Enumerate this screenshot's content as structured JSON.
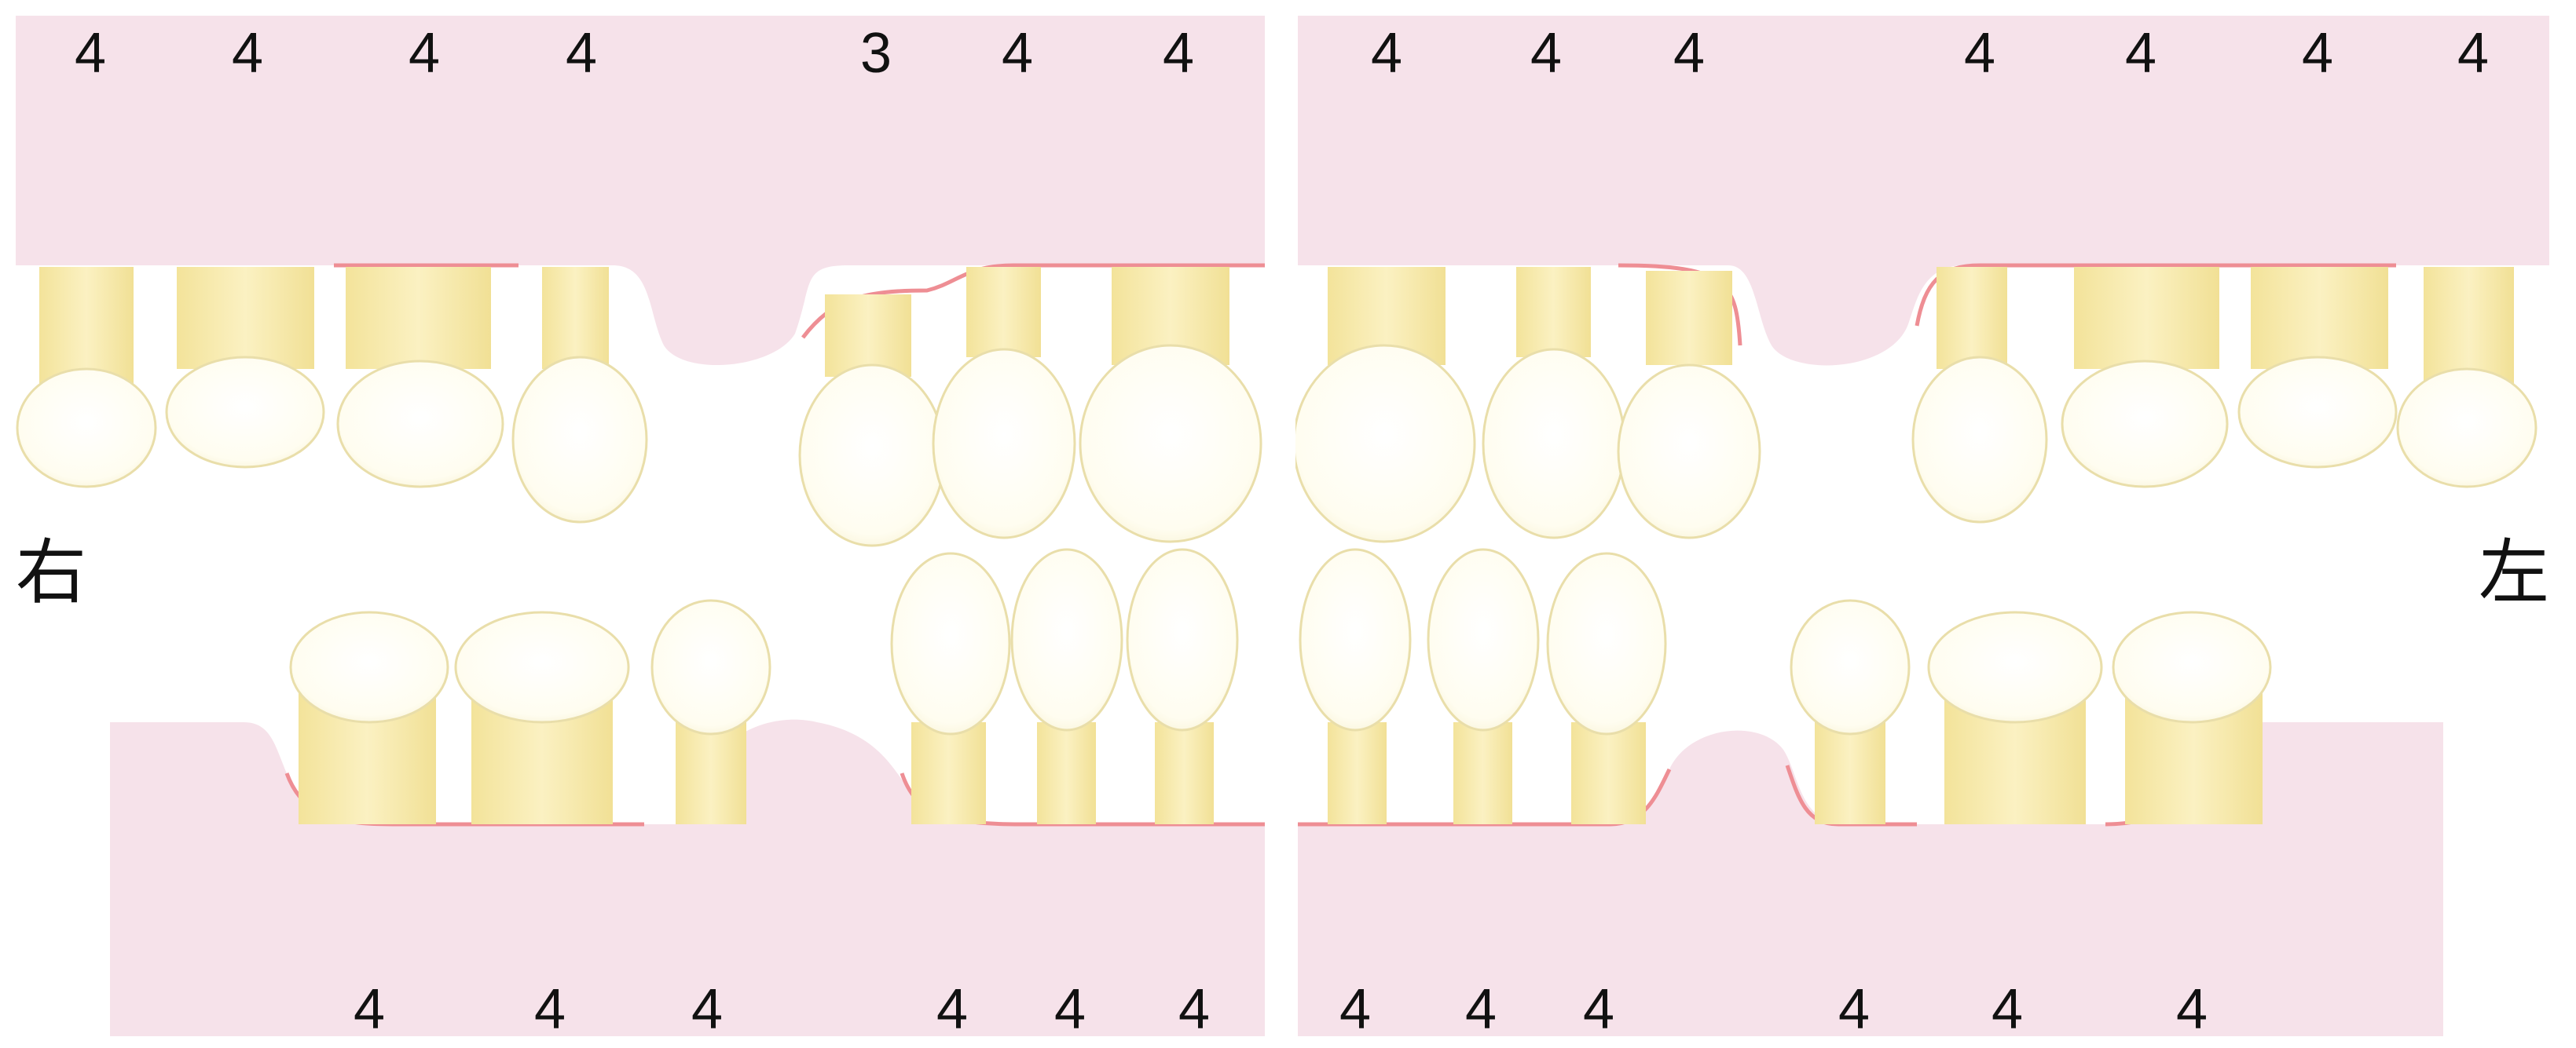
{
  "side_labels": {
    "right": "右",
    "left": "左"
  },
  "colors": {
    "gum": "#f6e2ea",
    "gum_line": "#ee8e94",
    "tooth_root": "#f8ecb0",
    "tooth_crown": "#fffef5",
    "tooth_edge": "#e9deaa",
    "label": "#111111",
    "background": "#ffffff"
  },
  "upper_right_numbers": [
    "4",
    "4",
    "4",
    "4",
    "3",
    "4",
    "4"
  ],
  "upper_left_numbers": [
    "4",
    "4",
    "4",
    "4",
    "4",
    "4",
    "4"
  ],
  "lower_right_numbers": [
    "4",
    "4",
    "4",
    "4",
    "4",
    "4"
  ],
  "lower_left_numbers": [
    "4",
    "4",
    "4",
    "4",
    "4",
    "4"
  ]
}
